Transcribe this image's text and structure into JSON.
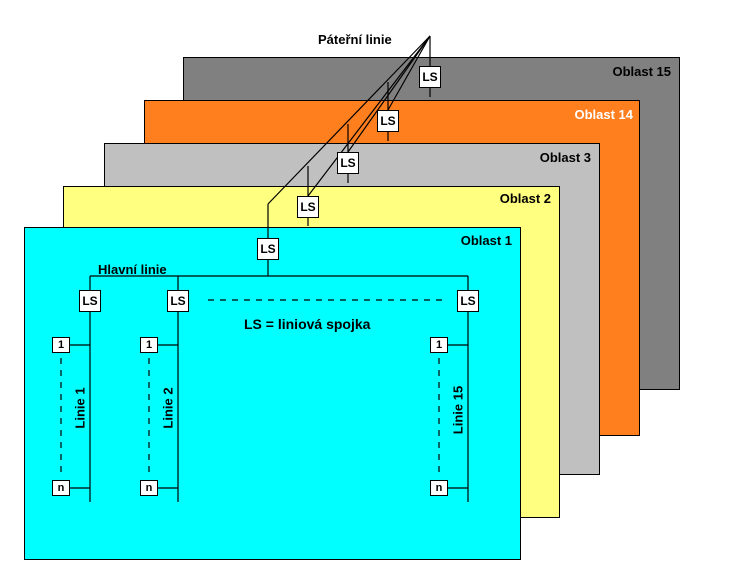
{
  "backbone_label": "Páteřní linie",
  "main_line_label": "Hlavní linie",
  "legend_text": "LS = liniová spojka",
  "coupler_label": "LS",
  "layers": [
    {
      "name": "Oblast 15",
      "color": "#808080"
    },
    {
      "name": "Oblast 14",
      "color": "#FF7F1E"
    },
    {
      "name": "Oblast 3",
      "color": "#C0C0C0"
    },
    {
      "name": "Oblast 2",
      "color": "#FFFF80"
    },
    {
      "name": "Oblast 1",
      "color": "#00FFFF"
    }
  ],
  "lines": [
    {
      "label": "Linie 1",
      "first_device": "1",
      "last_device": "n"
    },
    {
      "label": "Linie 2",
      "first_device": "1",
      "last_device": "n"
    },
    {
      "label": "Linie 15",
      "first_device": "1",
      "last_device": "n"
    }
  ]
}
